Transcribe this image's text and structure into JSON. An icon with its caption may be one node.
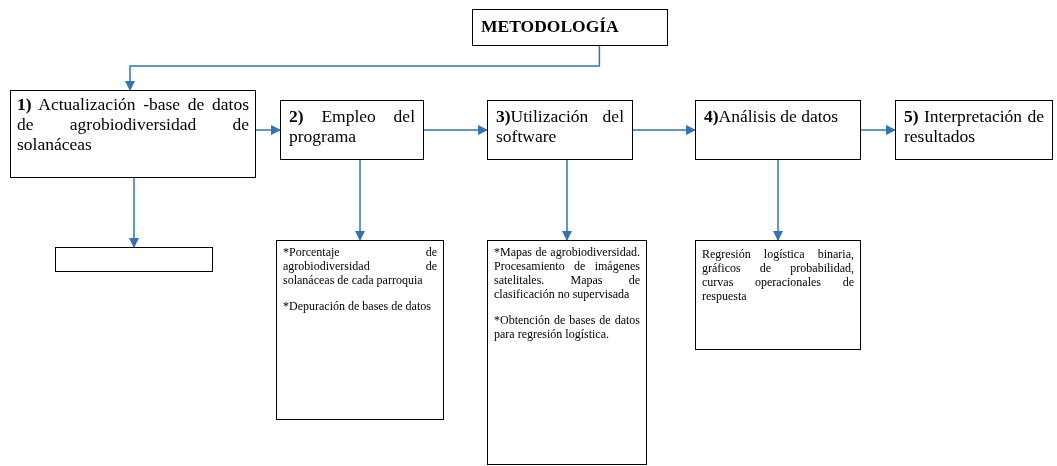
{
  "diagram": {
    "nodes": [
      {
        "text": [
          "METODOLOGÍA"
        ]
      },
      {
        "text": [
          "**1)** Actualización -base de datos de agrobiodiversidad de solanáceas"
        ]
      },
      {
        "text": [
          "**2)** Empleo del programa"
        ]
      },
      {
        "text": [
          "**3)**Utilización del software"
        ]
      },
      {
        "text": [
          "**4)**Análisis de datos"
        ]
      },
      {
        "text": [
          "**5)** Interpretación de resultados"
        ]
      },
      {
        "text": [],
        "shape": "box"
      },
      {
        "text": [
          "*Porcentaje de agrobiodiversidad de solanáceas de cada parroquia",
          "*Depuración de bases de datos"
        ]
      },
      {
        "text": [
          "*Mapas de agrobiodiversidad. Procesamiento de imágenes satelitales. Mapas de clasificación no supervisada",
          "*Obtención de bases de datos para regresión logística."
        ]
      },
      {
        "text": [
          "Regresión logística binaria, gráficos de probabilidad, curvas operacionales de respuesta"
        ]
      }
    ],
    "edges": [
      {
        "from": 0,
        "to": 1,
        "arrow": "to"
      },
      {
        "from": 1,
        "to": 2,
        "arrow": "to"
      },
      {
        "from": 2,
        "to": 3,
        "arrow": "to"
      },
      {
        "from": 3,
        "to": 4,
        "arrow": "to"
      },
      {
        "from": 4,
        "to": 5,
        "arrow": "to"
      },
      {
        "from": 1,
        "to": 6,
        "arrow": "to"
      },
      {
        "from": 2,
        "to": 7,
        "arrow": "to"
      },
      {
        "from": 3,
        "to": 8,
        "arrow": "to"
      },
      {
        "from": 4,
        "to": 9,
        "arrow": "to"
      }
    ]
  }
}
